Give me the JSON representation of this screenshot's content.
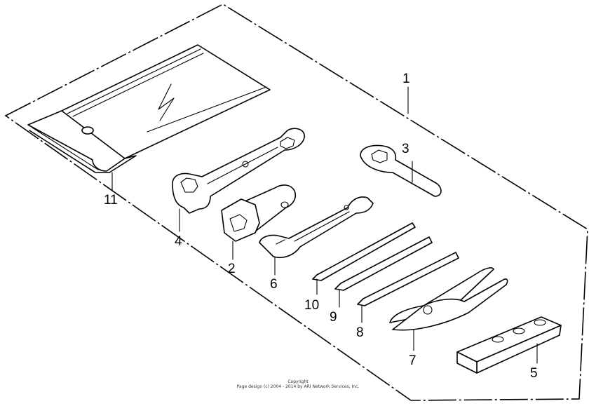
{
  "callouts": [
    {
      "id": "1",
      "text": "1"
    },
    {
      "id": "2",
      "text": "2"
    },
    {
      "id": "3",
      "text": "3"
    },
    {
      "id": "4",
      "text": "4"
    },
    {
      "id": "5",
      "text": "5"
    },
    {
      "id": "6",
      "text": "6"
    },
    {
      "id": "7",
      "text": "7"
    },
    {
      "id": "8",
      "text": "8"
    },
    {
      "id": "9",
      "text": "9"
    },
    {
      "id": "10",
      "text": "10"
    },
    {
      "id": "11",
      "text": "11"
    }
  ],
  "copyright": {
    "line1": "Copyright",
    "line2": "Page design (c) 2004 - 2014 by ARI Network Services, Inc."
  }
}
